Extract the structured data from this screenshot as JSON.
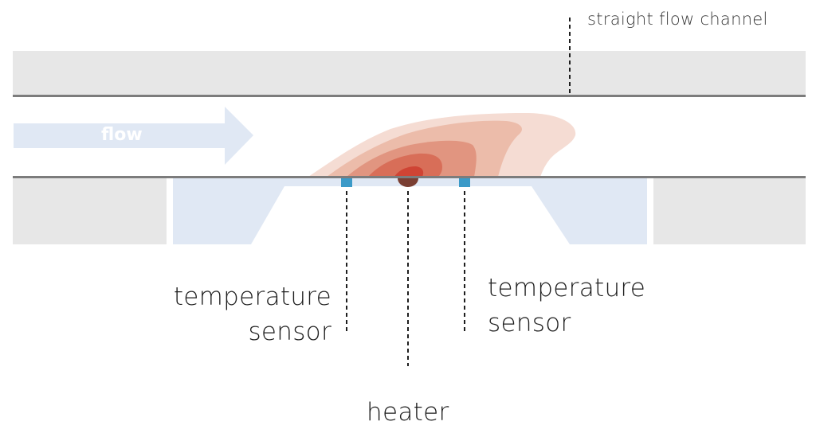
{
  "labels": {
    "channel": "straight flow channel",
    "flow": "flow",
    "sensor_left_line1": "temperature",
    "sensor_left_line2": "sensor",
    "sensor_right_line1": "temperature",
    "sensor_right_line2": "sensor",
    "heater": "heater"
  },
  "colors": {
    "channel_wall": "#e7e7e7",
    "wall_line": "#7c7c7c",
    "substrate": "#e0e8f4",
    "arrow": "#e0e8f4",
    "sensor": "#3b9ac8",
    "heater": "#7a3e32",
    "heat_levels": [
      "#f5dcd3",
      "#ecbcaa",
      "#e19580",
      "#d86e58",
      "#cf4434"
    ]
  }
}
